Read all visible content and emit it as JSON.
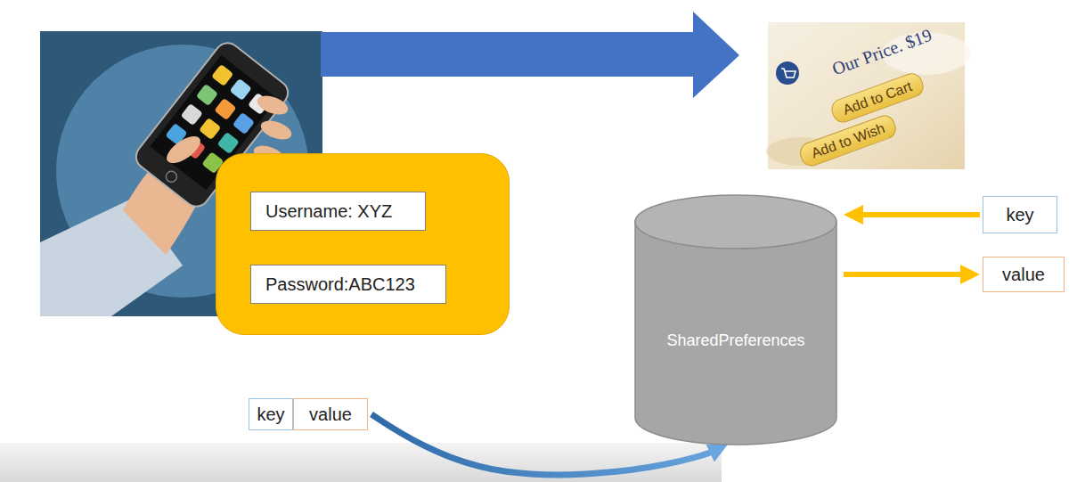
{
  "diagram": {
    "nodes": [
      {
        "text": []
      },
      {
        "text": [
          "Username: XYZ"
        ],
        "in": 0
      },
      {
        "text": [
          "Password:ABC123"
        ],
        "in": 0
      },
      {
        "text": [
          "SharedPreferences"
        ]
      },
      {
        "text": [
          "key"
        ]
      },
      {
        "text": [
          "value"
        ]
      },
      {
        "text": [
          "key"
        ]
      },
      {
        "text": [
          "value"
        ]
      }
    ],
    "edges": [
      {
        "from": 4,
        "to": 3,
        "arrow": "to"
      },
      {
        "from": 3,
        "to": 5,
        "arrow": "to"
      },
      {
        "from": 7,
        "to": 3,
        "arrow": "to"
      }
    ],
    "labels": [
      "Our Price. $19",
      "Add to Cart",
      "Add to Wish"
    ]
  }
}
